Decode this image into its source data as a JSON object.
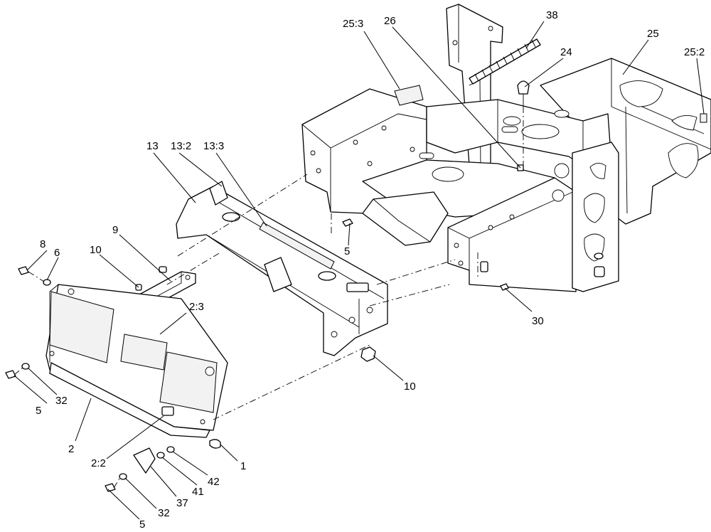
{
  "figure": {
    "callouts": {
      "c_1": "1",
      "c_2": "2",
      "c_2_2": "2:2",
      "c_2_3": "2:3",
      "c_5_a": "5",
      "c_5_b": "5",
      "c_5_c": "5",
      "c_6": "6",
      "c_8": "8",
      "c_9": "9",
      "c_10_a": "10",
      "c_10_b": "10",
      "c_13": "13",
      "c_13_2": "13:2",
      "c_13_3": "13:3",
      "c_24": "24",
      "c_25": "25",
      "c_25_2": "25:2",
      "c_25_3": "25:3",
      "c_26": "26",
      "c_30": "30",
      "c_32_a": "32",
      "c_32_b": "32",
      "c_37": "37",
      "c_38": "38",
      "c_41": "41",
      "c_42": "42"
    }
  }
}
